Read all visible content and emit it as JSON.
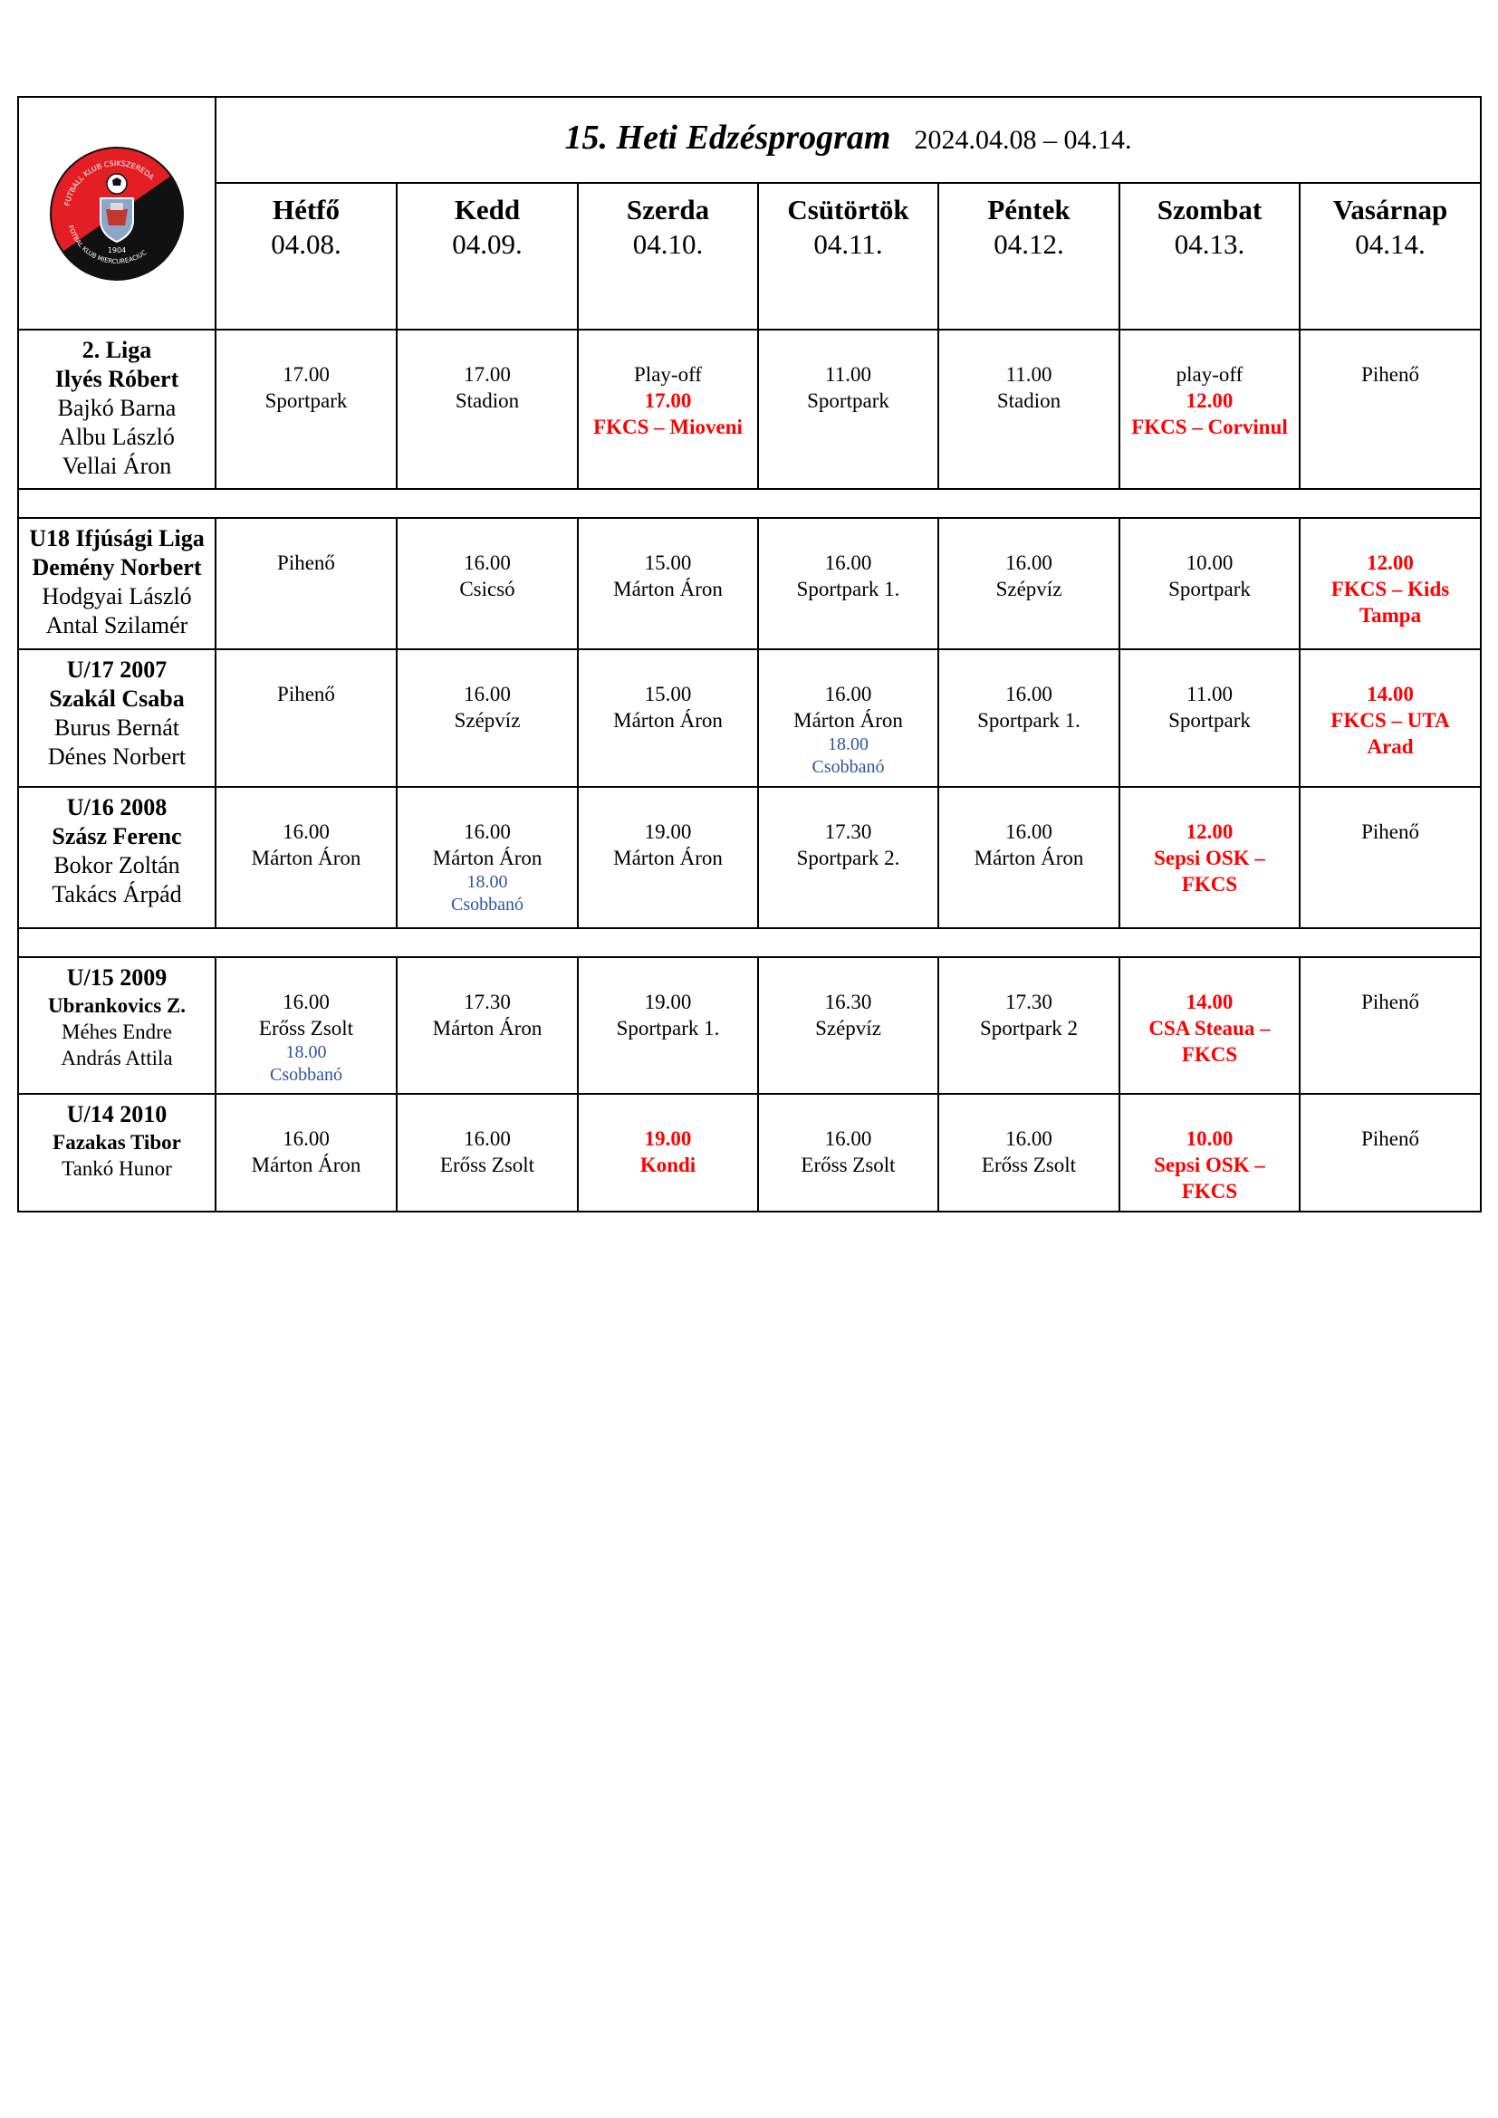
{
  "header": {
    "title": "15. Heti Edzésprogram",
    "dates": "2024.04.08 – 04.14.",
    "logo_text": [
      "FUTBALL KLUB CSIKSZEREDA",
      "FOTBAL KLUB MIERCUREACIUC",
      "1904"
    ]
  },
  "days": [
    {
      "name": "Hétfő",
      "date": "04.08."
    },
    {
      "name": "Kedd",
      "date": "04.09."
    },
    {
      "name": "Szerda",
      "date": "04.10."
    },
    {
      "name": "Csütörtök",
      "date": "04.11."
    },
    {
      "name": "Péntek",
      "date": "04.12."
    },
    {
      "name": "Szombat",
      "date": "04.13."
    },
    {
      "name": "Vasárnap",
      "date": "04.14."
    }
  ],
  "colors": {
    "match": "#ff0000",
    "extra": "#2c54a0",
    "logo_red": "#e31e24",
    "logo_black": "#111111"
  },
  "teams": [
    {
      "team": [
        "2. Liga",
        "Ilyés Róbert",
        "Bajkó Barna",
        "Albu László",
        "Vellai Áron"
      ],
      "slots": [
        {
          "lines": [
            "17.00",
            "Sportpark"
          ]
        },
        {
          "lines": [
            "17.00",
            "Stadion"
          ]
        },
        {
          "lines": [
            "Play-off"
          ],
          "red": [
            "17.00",
            "FKCS – Mioveni"
          ]
        },
        {
          "lines": [
            "11.00",
            "Sportpark"
          ]
        },
        {
          "lines": [
            "11.00",
            "Stadion"
          ]
        },
        {
          "lines": [
            "play-off"
          ],
          "red": [
            "12.00",
            "FKCS – Corvinul"
          ]
        },
        {
          "lines": [
            "Pihenő"
          ]
        }
      ]
    },
    {
      "team": [
        "U18 Ifjúsági Liga",
        "Demény Norbert",
        "Hodgyai László",
        "Antal Szilamér"
      ],
      "slots": [
        {
          "lines": [
            "Pihenő"
          ]
        },
        {
          "lines": [
            "16.00",
            "Csicsó"
          ]
        },
        {
          "lines": [
            "15.00",
            "Márton Áron"
          ]
        },
        {
          "lines": [
            "16.00",
            "Sportpark 1."
          ]
        },
        {
          "lines": [
            "16.00",
            "Szépvíz"
          ]
        },
        {
          "lines": [
            "10.00",
            "Sportpark"
          ]
        },
        {
          "lines": [],
          "red": [
            "12.00",
            "FKCS – Kids",
            "Tampa"
          ]
        }
      ]
    },
    {
      "team": [
        "U/17 2007",
        "Szakál Csaba",
        "Burus Bernát",
        "Dénes Norbert"
      ],
      "slots": [
        {
          "lines": [
            "Pihenő"
          ]
        },
        {
          "lines": [
            "16.00",
            "Szépvíz"
          ]
        },
        {
          "lines": [
            "15.00",
            "Márton Áron"
          ]
        },
        {
          "lines": [
            "16.00",
            "Márton Áron"
          ],
          "blue": [
            "18.00",
            "Csobbanó"
          ]
        },
        {
          "lines": [
            "16.00",
            "Sportpark 1."
          ]
        },
        {
          "lines": [
            "11.00",
            "Sportpark"
          ]
        },
        {
          "lines": [],
          "red": [
            "14.00",
            "FKCS – UTA",
            "Arad"
          ]
        }
      ]
    },
    {
      "team": [
        "U/16 2008",
        "Szász Ferenc",
        "Bokor Zoltán",
        "Takács Árpád"
      ],
      "slots": [
        {
          "lines": [
            "16.00",
            "Márton Áron"
          ]
        },
        {
          "lines": [
            "16.00",
            "Márton Áron"
          ],
          "blue": [
            "18.00",
            "Csobbanó"
          ]
        },
        {
          "lines": [
            "19.00",
            "Márton Áron"
          ]
        },
        {
          "lines": [
            "17.30",
            "Sportpark 2."
          ]
        },
        {
          "lines": [
            "16.00",
            "Márton Áron"
          ]
        },
        {
          "lines": [],
          "red": [
            "12.00",
            "Sepsi OSK –",
            "FKCS"
          ]
        },
        {
          "lines": [
            "Pihenő"
          ]
        }
      ]
    },
    {
      "team": [
        "U/15 2009",
        "Ubrankovics Z.",
        "Méhes Endre",
        "András Attila"
      ],
      "slots": [
        {
          "lines": [
            "16.00",
            "Erőss Zsolt"
          ],
          "blue": [
            "18.00",
            "Csobbanó"
          ]
        },
        {
          "lines": [
            "17.30",
            "Márton Áron"
          ]
        },
        {
          "lines": [
            "19.00",
            "Sportpark 1."
          ]
        },
        {
          "lines": [
            "16.30",
            "Szépvíz"
          ]
        },
        {
          "lines": [
            "17.30",
            "Sportpark 2"
          ]
        },
        {
          "lines": [],
          "red": [
            "14.00",
            "CSA Steaua –",
            "FKCS"
          ]
        },
        {
          "lines": [
            "Pihenő"
          ]
        }
      ]
    },
    {
      "team": [
        "U/14 2010",
        "Fazakas Tibor",
        "Tankó Hunor"
      ],
      "slots": [
        {
          "lines": [
            "16.00",
            "Márton Áron"
          ]
        },
        {
          "lines": [
            "16.00",
            "Erőss Zsolt"
          ]
        },
        {
          "lines": [],
          "red": [
            "19.00",
            "Kondi"
          ]
        },
        {
          "lines": [
            "16.00",
            "Erőss Zsolt"
          ]
        },
        {
          "lines": [
            "16.00",
            "Erőss Zsolt"
          ]
        },
        {
          "lines": [],
          "red": [
            "10.00",
            "Sepsi OSK –",
            "FKCS"
          ]
        },
        {
          "lines": [
            "Pihenő"
          ]
        }
      ]
    }
  ]
}
